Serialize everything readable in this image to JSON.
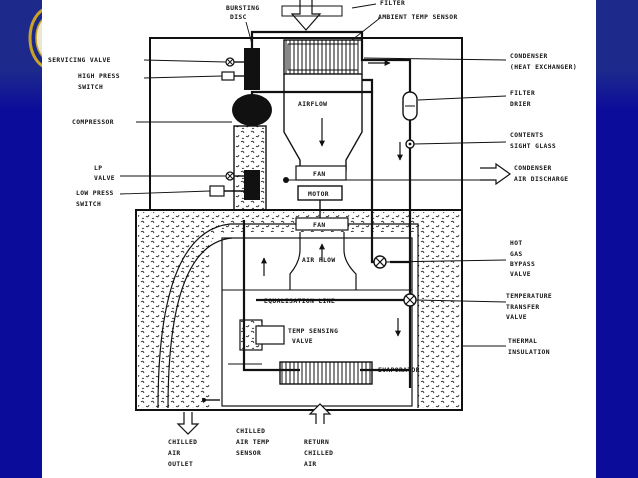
{
  "diagram": {
    "labels": {
      "bursting_disc_1": "BURSTING",
      "bursting_disc_2": "DISC",
      "filter": "FILTER",
      "ambient_temp_sensor": "AMBIENT TEMP SENSOR",
      "servicing_valve": "SERVICING VALVE",
      "high_press_switch_1": "HIGH PRESS",
      "high_press_switch_2": "SWITCH",
      "compressor": "COMPRESSOR",
      "condenser_1": "CONDENSER",
      "condenser_2": "(HEAT EXCHANGER)",
      "filter_drier_1": "FILTER",
      "filter_drier_2": "DRIER",
      "contents_sight_glass_1": "CONTENTS",
      "contents_sight_glass_2": "SIGHT GLASS",
      "airflow_upper": "AIRFLOW",
      "fan_upper": "FAN",
      "motor": "MOTOR",
      "fan_lower": "FAN",
      "condenser_air_discharge_1": "CONDENSER",
      "condenser_air_discharge_2": "AIR DISCHARGE",
      "lp_valve_1": "LP",
      "lp_valve_2": "VALVE",
      "low_press_switch_1": "LOW PRESS",
      "low_press_switch_2": "SWITCH",
      "hot_gas_bypass_valve_1": "HOT",
      "hot_gas_bypass_valve_2": "GAS",
      "hot_gas_bypass_valve_3": "BYPASS",
      "hot_gas_bypass_valve_4": "VALVE",
      "air_flow_lower": "AIR FLOW",
      "equalisation_line": "EQUALISATION LINE",
      "temperature_transfer_valve_1": "TEMPERATURE",
      "temperature_transfer_valve_2": "TRANSFER",
      "temperature_transfer_valve_3": "VALVE",
      "temp_sensing_valve_1": "TEMP SENSING",
      "temp_sensing_valve_2": "VALVE",
      "thermal_insulation_1": "THERMAL",
      "thermal_insulation_2": "INSULATION",
      "evaporator": "EVAPORATOR",
      "chilled_air_outlet_1": "CHILLED",
      "chilled_air_outlet_2": "AIR",
      "chilled_air_outlet_3": "OUTLET",
      "chilled_air_temp_sensor_1": "CHILLED",
      "chilled_air_temp_sensor_2": "AIR TEMP",
      "chilled_air_temp_sensor_3": "SENSOR",
      "return_chilled_air_1": "RETURN",
      "return_chilled_air_2": "CHILLED",
      "return_chilled_air_3": "AIR"
    }
  },
  "colors": {
    "slide_background": "#0c0c9a",
    "slide_band": "#1d2a8c",
    "panel": "#ffffff",
    "ink": "#111111",
    "logo_gold": "#c9a227"
  }
}
